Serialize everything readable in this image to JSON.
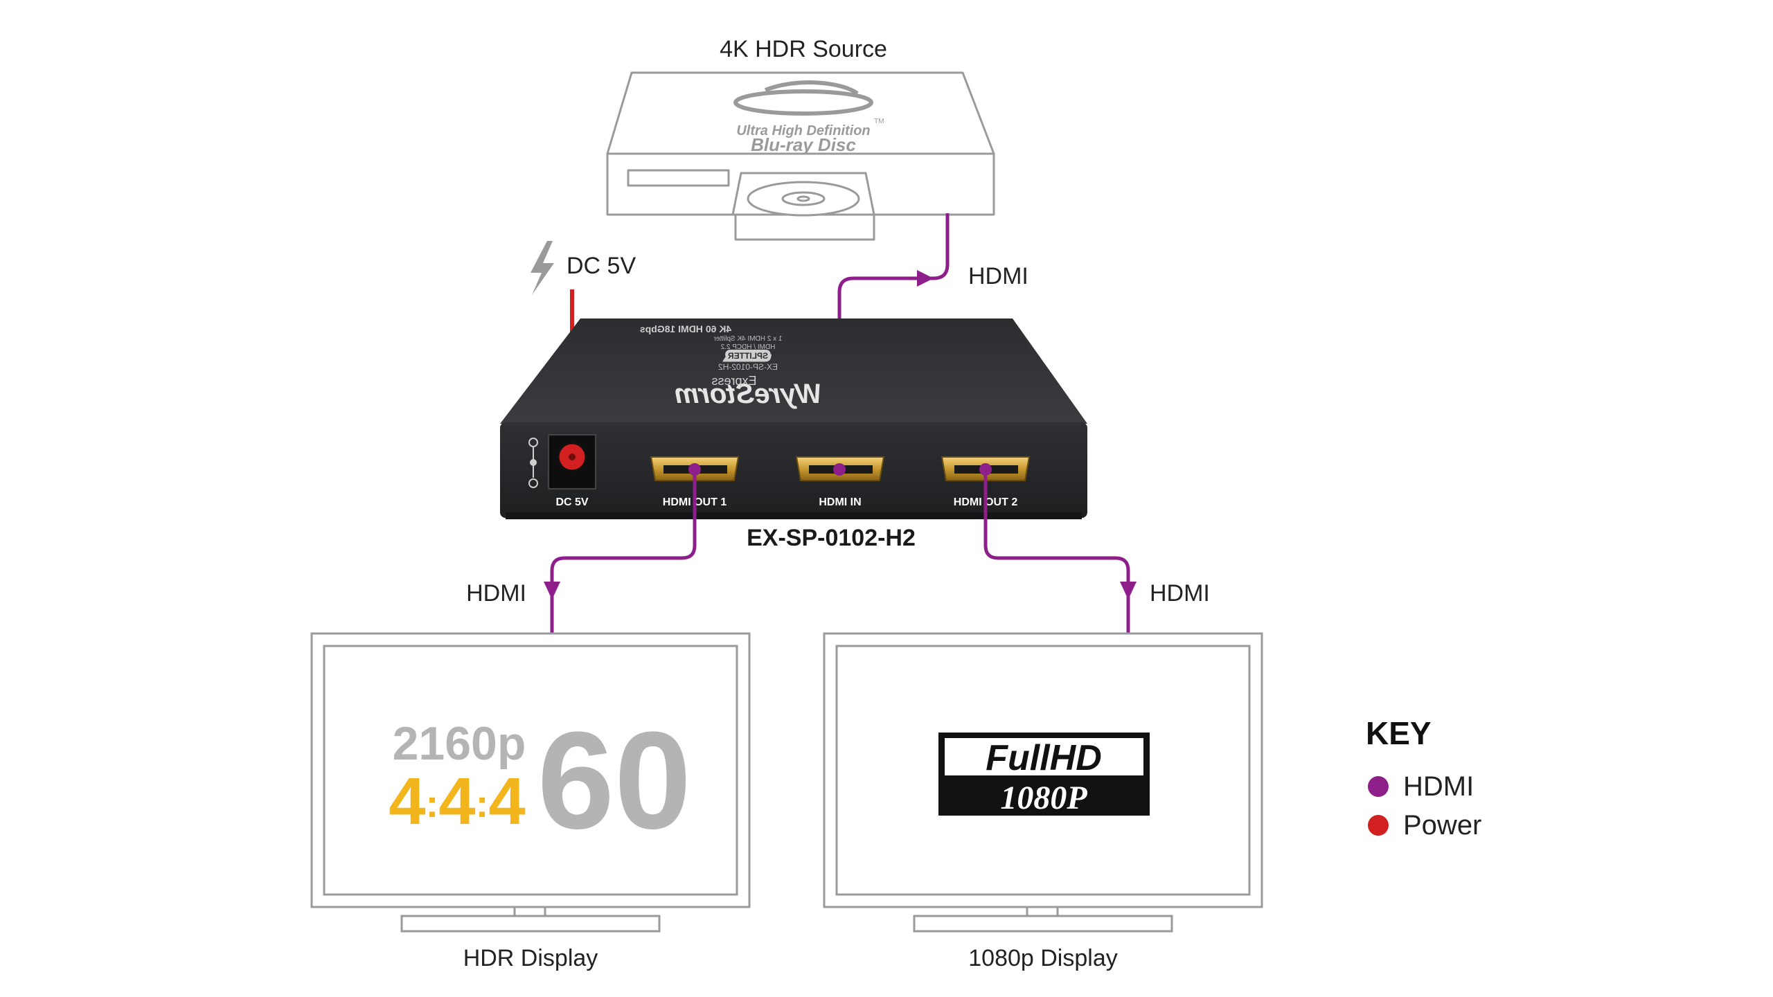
{
  "source": {
    "title": "4K HDR Source",
    "logo_line1": "Ultra High Definition",
    "logo_line2": "Blu-ray Disc",
    "logo_tm": "TM"
  },
  "power": {
    "label": "DC 5V"
  },
  "cables": {
    "in_label": "HDMI",
    "out1_label": "HDMI",
    "out2_label": "HDMI"
  },
  "device": {
    "model": "EX-SP-0102-H2",
    "brand": "WyreStorm",
    "brand_sub": "Express",
    "top_spec1": "4K 60 HDMI 18Gbps",
    "top_spec2": "1 x 2 HDMI 4K Splitter",
    "top_spec3": "HDMI / HDCP 2.2",
    "top_badge": "SPLITTER",
    "top_model": "EX-SP-0102-H2",
    "port_dc": "DC 5V",
    "port_out1": "HDMI OUT 1",
    "port_in": "HDMI IN",
    "port_out2": "HDMI OUT 2"
  },
  "displays": [
    {
      "caption": "HDR Display",
      "res": "2160p",
      "chroma": [
        "4",
        "4",
        "4"
      ],
      "fps": "60"
    },
    {
      "caption": "1080p Display",
      "badge_top": "FullHD",
      "badge_bottom": "1080P"
    }
  ],
  "key": {
    "title": "KEY",
    "items": [
      {
        "label": "HDMI",
        "color": "#8e1f8a"
      },
      {
        "label": "Power",
        "color": "#d21f1f"
      }
    ]
  },
  "colors": {
    "hdmi": "#8e1f8a",
    "power": "#d21f1f",
    "outline": "#9a9a9a",
    "chroma": "#f2b51c",
    "dim_text": "#b4b4b4"
  }
}
